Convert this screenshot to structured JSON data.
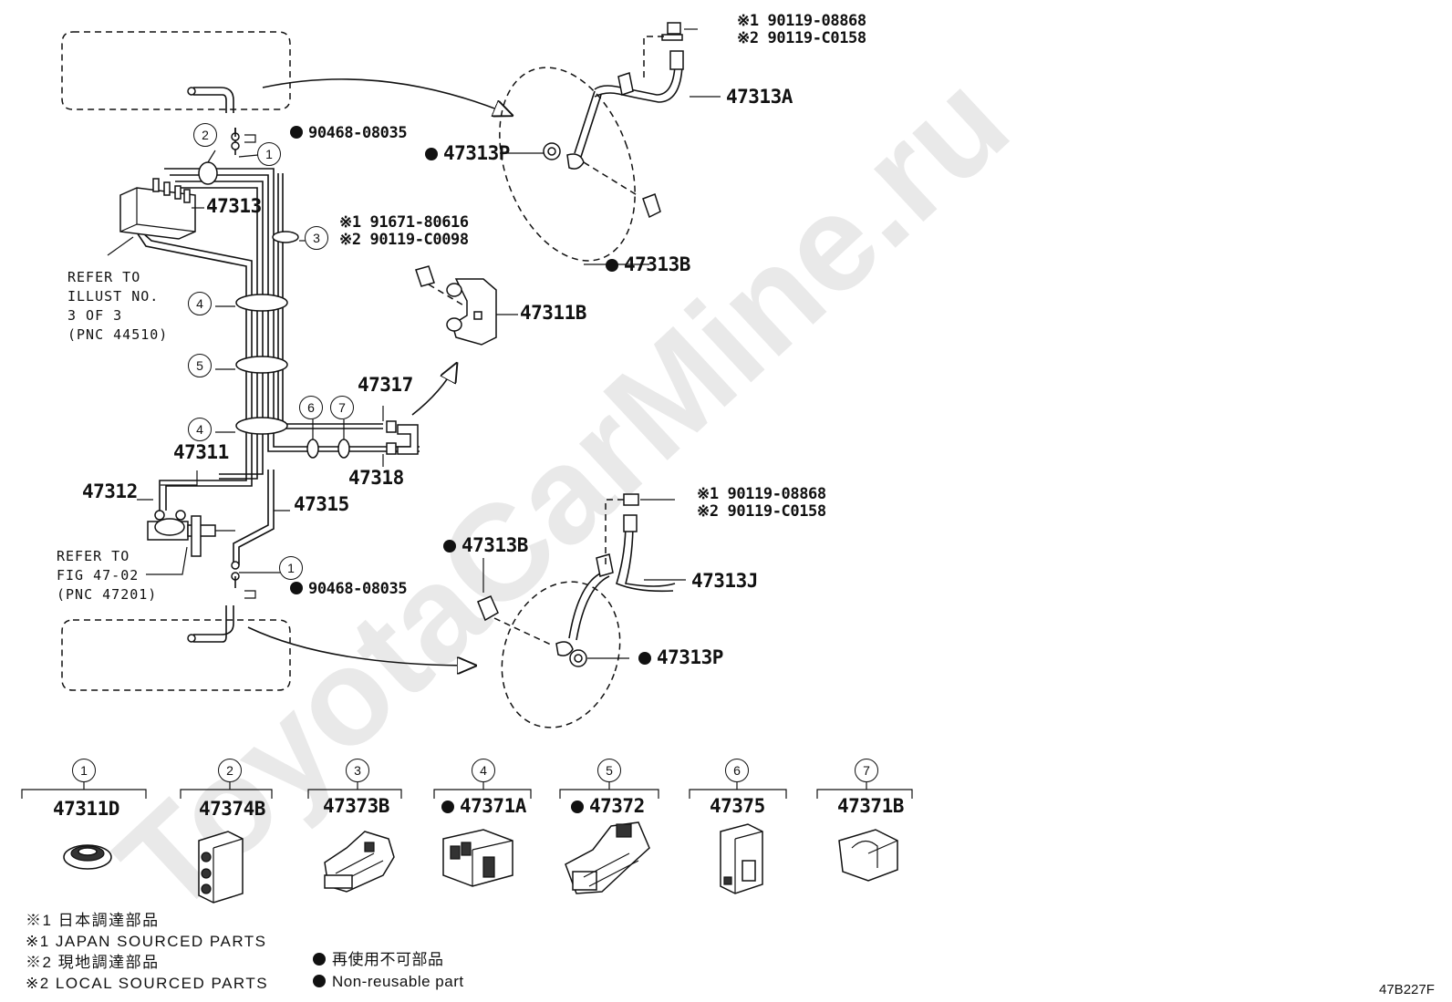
{
  "watermark": "ToyotaCarMine.ru",
  "figure_id": "47B227F",
  "callouts": {
    "top_clip_note": [
      "※1 90119-08868",
      "※2 90119-C0158"
    ],
    "hose_front": "47313A",
    "clip_front_p": "47313P",
    "bolt_front": "47313B",
    "bottom_clip_note": [
      "※1 90119-08868",
      "※2 90119-C0158"
    ],
    "hose_rear": "47313J",
    "bolt_rear": "47313B",
    "clip_rear_p": "47313P",
    "plug_top": "90468-08035",
    "plug_bottom": "90468-08035",
    "tube_47313": "47313",
    "clamp3_note": [
      "※1 91671-80616",
      "※2 90119-C0098"
    ],
    "bracket": "47311B",
    "tube_47317": "47317",
    "tube_47318": "47318",
    "tube_47311": "47311",
    "tube_47312": "47312",
    "tube_47315": "47315",
    "refer1": [
      "REFER TO",
      "ILLUST NO.",
      "3 OF 3",
      "(PNC 44510)"
    ],
    "refer2": [
      "REFER TO",
      "FIG 47-02",
      "(PNC 47201)"
    ]
  },
  "circle_numbers": [
    "1",
    "2",
    "3",
    "4",
    "5",
    "6",
    "7"
  ],
  "clamp_table": [
    {
      "num": "1",
      "part": "47311D",
      "nonreusable": false
    },
    {
      "num": "2",
      "part": "47374B",
      "nonreusable": false
    },
    {
      "num": "3",
      "part": "47373B",
      "nonreusable": false
    },
    {
      "num": "4",
      "part": "47371A",
      "nonreusable": true
    },
    {
      "num": "5",
      "part": "47372",
      "nonreusable": true
    },
    {
      "num": "6",
      "part": "47375",
      "nonreusable": false
    },
    {
      "num": "7",
      "part": "47371B",
      "nonreusable": false
    }
  ],
  "legend": {
    "l1": "※1 日本調達部品",
    "l2": "※1 JAPAN SOURCED PARTS",
    "l3": "※2 現地調達部品",
    "l4": "※2 LOCAL SOURCED PARTS",
    "nr_jp": "再使用不可部品",
    "nr_en": "Non-reusable part"
  }
}
